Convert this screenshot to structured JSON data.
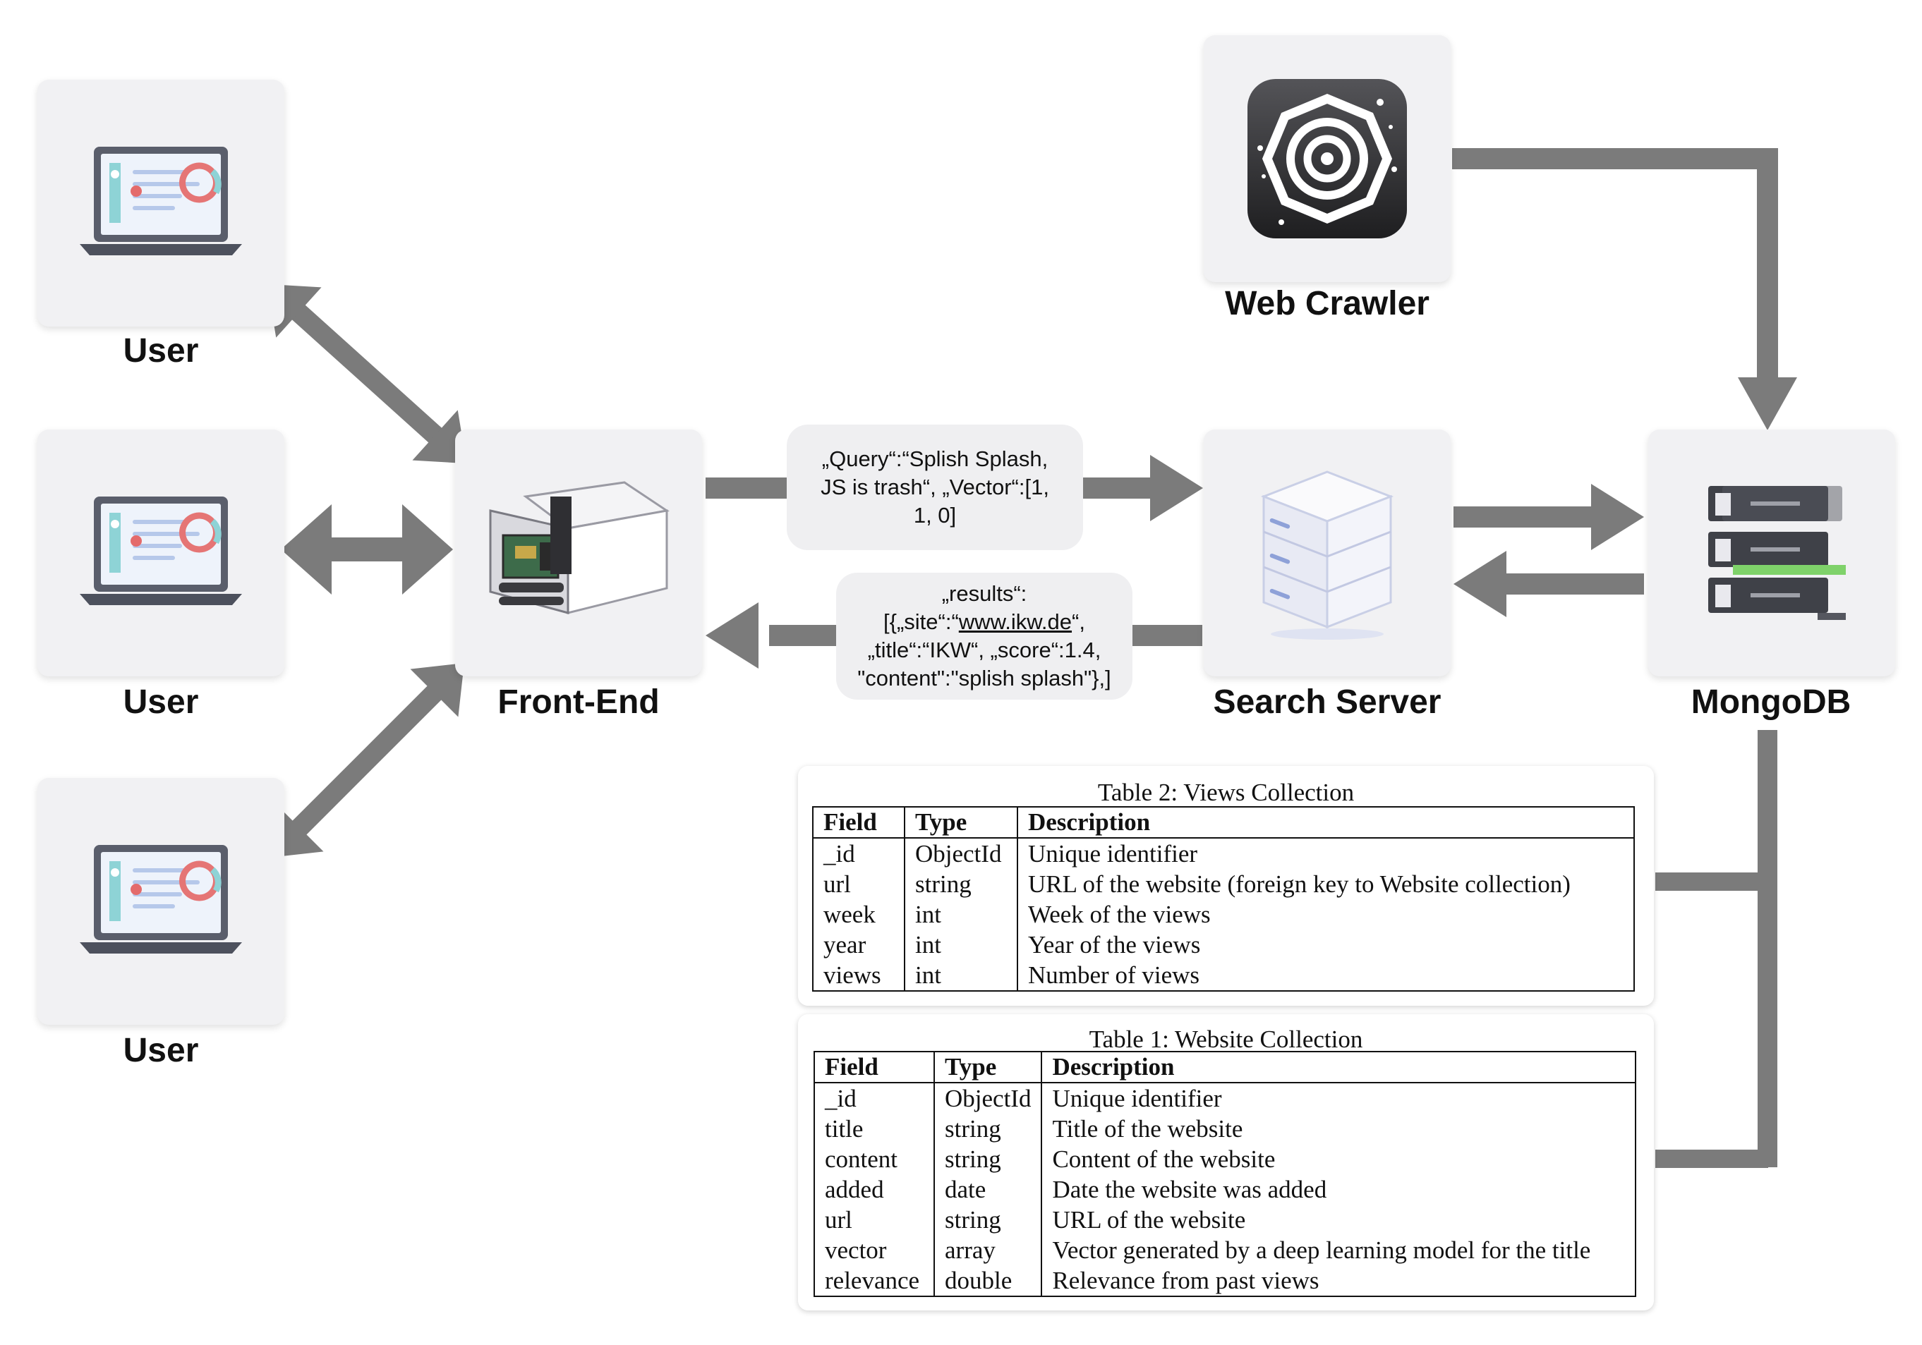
{
  "nodes": {
    "user1": {
      "label": "User",
      "icon": "laptop-icon"
    },
    "user2": {
      "label": "User",
      "icon": "laptop-icon"
    },
    "user3": {
      "label": "User",
      "icon": "laptop-icon"
    },
    "frontend": {
      "label": "Front-End",
      "icon": "server-board-icon"
    },
    "crawler": {
      "label": "Web Crawler",
      "icon": "spider-web-icon"
    },
    "search": {
      "label": "Search Server",
      "icon": "database-stack-icon"
    },
    "mongo": {
      "label": "MongoDB",
      "icon": "server-rack-icon"
    }
  },
  "messages": {
    "query": {
      "text": "„Query“:“Splish Splash,\nJS is trash“, „Vector“:[1,\n1, 0]"
    },
    "results": {
      "line1": "„results“:",
      "line2_pre": "[{„site“:“",
      "line2_link": "www.ikw.de",
      "line2_post": "“,",
      "line3": "„title“:“IKW“, „score“:1.4,",
      "line4": "\"content\":\"splish splash\"},]"
    }
  },
  "tables": {
    "views": {
      "caption": "Table 2:  Views Collection",
      "headers": [
        "Field",
        "Type",
        "Description"
      ],
      "rows": [
        [
          "_id",
          "ObjectId",
          "Unique identifier"
        ],
        [
          "url",
          "string",
          "URL of the website (foreign key to Website collection)"
        ],
        [
          "week",
          "int",
          "Week of the views"
        ],
        [
          "year",
          "int",
          "Year of the views"
        ],
        [
          "views",
          "int",
          "Number of views"
        ]
      ]
    },
    "website": {
      "caption": "Table 1:  Website Collection",
      "headers": [
        "Field",
        "Type",
        "Description"
      ],
      "rows": [
        [
          "_id",
          "ObjectId",
          "Unique identifier"
        ],
        [
          "title",
          "string",
          "Title of the website"
        ],
        [
          "content",
          "string",
          "Content of the website"
        ],
        [
          "added",
          "date",
          "Date the website was added"
        ],
        [
          "url",
          "string",
          "URL of the website"
        ],
        [
          "vector",
          "array",
          "Vector generated by a deep learning model for the title"
        ],
        [
          "relevance",
          "double",
          "Relevance from past views"
        ]
      ]
    }
  },
  "colors": {
    "arrow": "#7b7b7b",
    "box": "#f1f1f3",
    "bubble": "#efeff1"
  }
}
